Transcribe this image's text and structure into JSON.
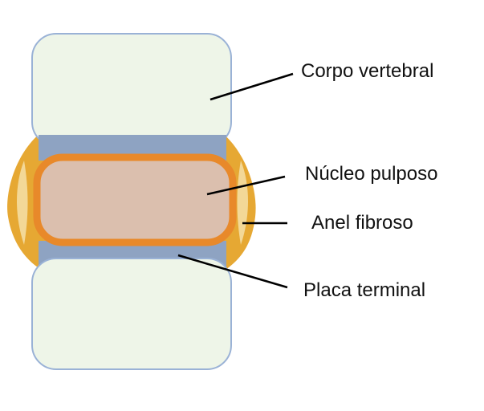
{
  "diagram": {
    "labels": {
      "corpo_vertebral": "Corpo vertebral",
      "nucleo_pulposo": "Núcleo pulposo",
      "anel_fibroso": "Anel fibroso",
      "placa_terminal": "Placa terminal"
    },
    "colors": {
      "vertebral_body_fill": "#eef5e8",
      "vertebral_body_stroke": "#9ab2d6",
      "end_plate": "#8ea3c2",
      "annulus_fibrosus": "#e6a833",
      "annulus_fibrosus_light": "#f6e3b0",
      "nucleus_fill": "#dbbfae",
      "nucleus_rim": "#e8892a",
      "leader_line": "#000000",
      "text": "#111111"
    }
  }
}
